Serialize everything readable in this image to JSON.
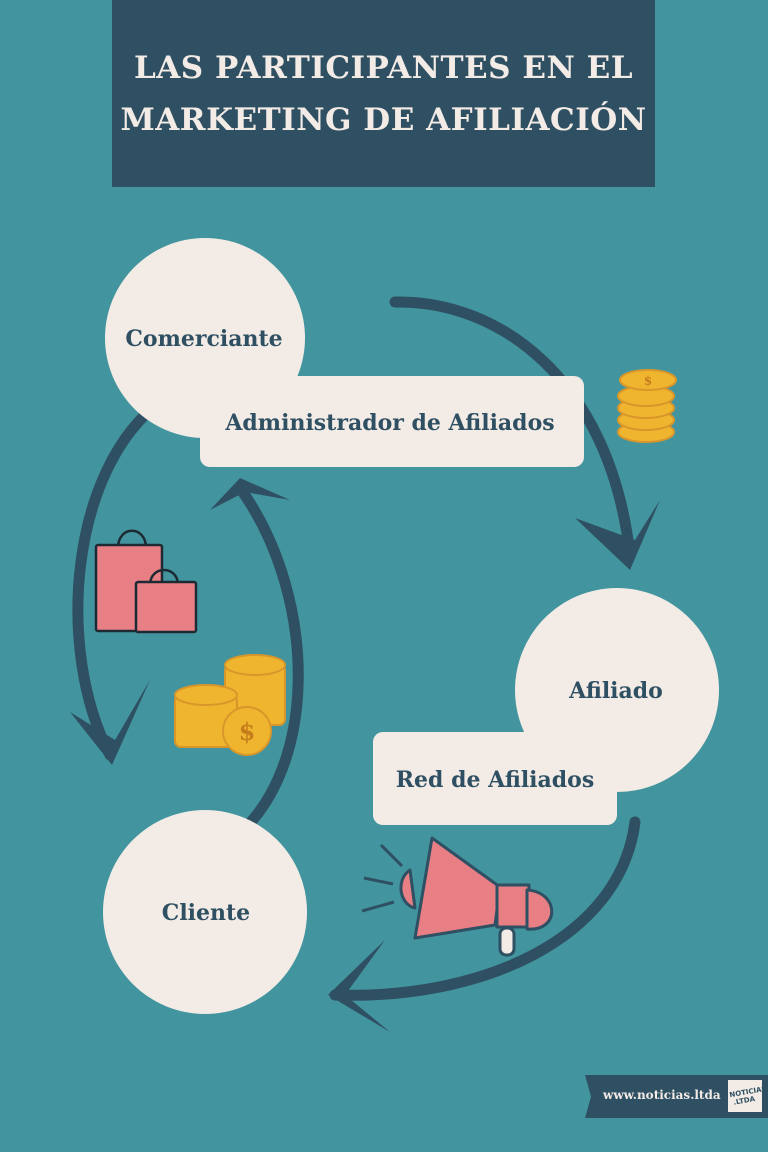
{
  "title": {
    "line1": "LAS PARTICIPANTES EN EL",
    "line2": "MARKETING DE AFILIACIÓN"
  },
  "nodes": {
    "comerciante": "Comerciante",
    "administrador": "Administrador de Afiliados",
    "afiliado": "Afiliado",
    "red": "Red de Afiliados",
    "cliente": "Cliente"
  },
  "icons": [
    "coin-stack-icon",
    "shopping-bags-icon",
    "coins-pile-icon",
    "megaphone-icon"
  ],
  "footer": {
    "url": "www.noticias.ltda",
    "logo_text": "NOTICIAS .LTDA"
  },
  "colors": {
    "background": "#42959e",
    "dark": "#2f5063",
    "cream": "#f3ebe6",
    "pink": "#e87f85",
    "gold": "#f0b52e"
  }
}
